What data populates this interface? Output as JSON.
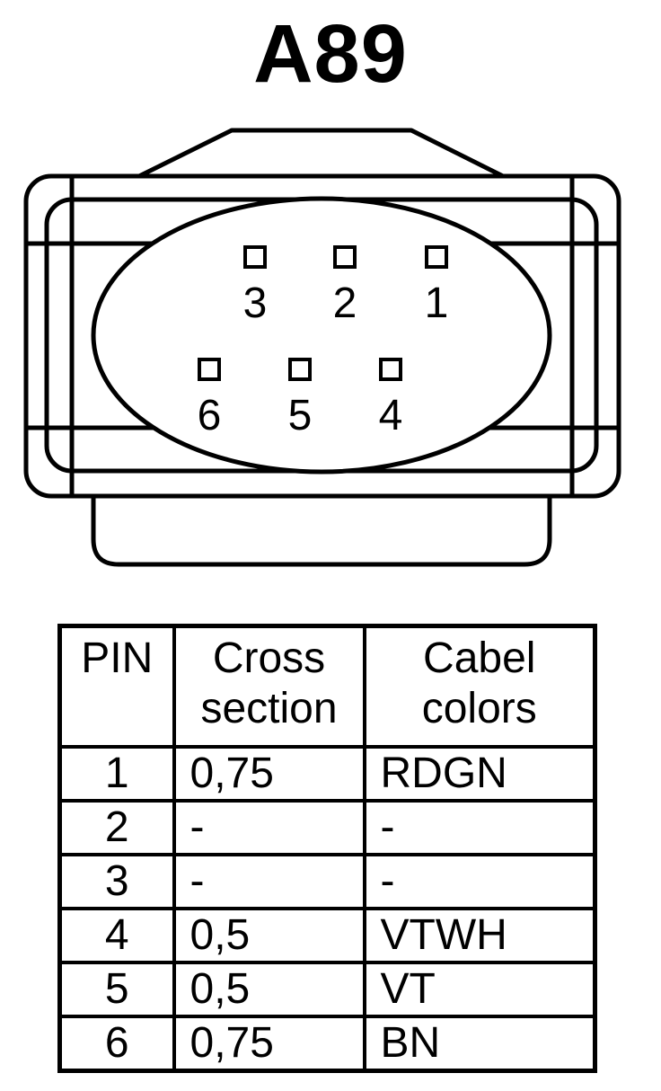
{
  "title": "A89",
  "pins": [
    {
      "label": "3",
      "row": 0,
      "col": 0
    },
    {
      "label": "2",
      "row": 0,
      "col": 1
    },
    {
      "label": "1",
      "row": 0,
      "col": 2
    },
    {
      "label": "6",
      "row": 1,
      "col": 0
    },
    {
      "label": "5",
      "row": 1,
      "col": 1
    },
    {
      "label": "4",
      "row": 1,
      "col": 2
    }
  ],
  "table": {
    "headers": {
      "pin": "PIN",
      "cross_line1": "Cross",
      "cross_line2": "section",
      "colors_line1": "Cabel",
      "colors_line2": "colors"
    },
    "rows": [
      {
        "pin": "1",
        "cross": "0,75",
        "color": "RDGN"
      },
      {
        "pin": "2",
        "cross": "-",
        "color": "-"
      },
      {
        "pin": "3",
        "cross": "-",
        "color": "-"
      },
      {
        "pin": "4",
        "cross": "0,5",
        "color": "VTWH"
      },
      {
        "pin": "5",
        "cross": "0,5",
        "color": "VT"
      },
      {
        "pin": "6",
        "cross": "0,75",
        "color": "BN"
      }
    ]
  }
}
